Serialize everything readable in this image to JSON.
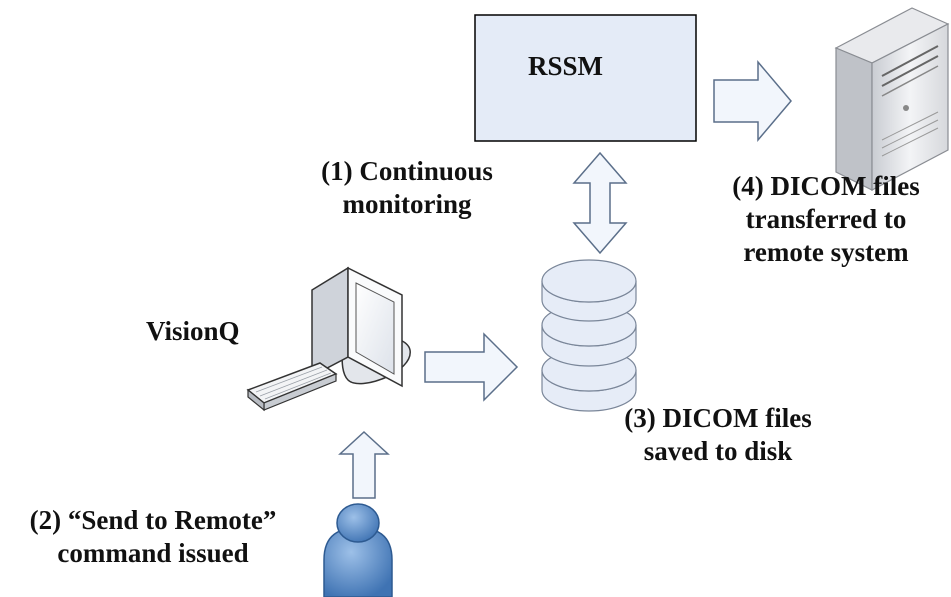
{
  "diagram": {
    "rssm_box": {
      "label": "RSSM"
    },
    "vision_q": {
      "label": "VisionQ"
    },
    "step1": {
      "line1": "(1) Continuous",
      "line2": "monitoring"
    },
    "step2": {
      "line1": "(2) “Send to Remote”",
      "line2": "command issued"
    },
    "step3": {
      "line1": "(3) DICOM files",
      "line2": "saved to disk"
    },
    "step4": {
      "line1": "(4) DICOM files",
      "line2": "transferred to",
      "line3": "remote system"
    },
    "icons": [
      "computer-monitor-icon",
      "keyboard-icon",
      "user-icon",
      "disk-stack-icon",
      "server-tower-icon"
    ],
    "colors": {
      "box_fill": "#e4ebf7",
      "box_stroke": "#000000",
      "arrow_fill": "#f2f6fc",
      "arrow_stroke": "#5b6f8a",
      "disk_fill": "#e6ecf7",
      "user_fill": "#5f8fc7",
      "text": "#111111"
    }
  }
}
